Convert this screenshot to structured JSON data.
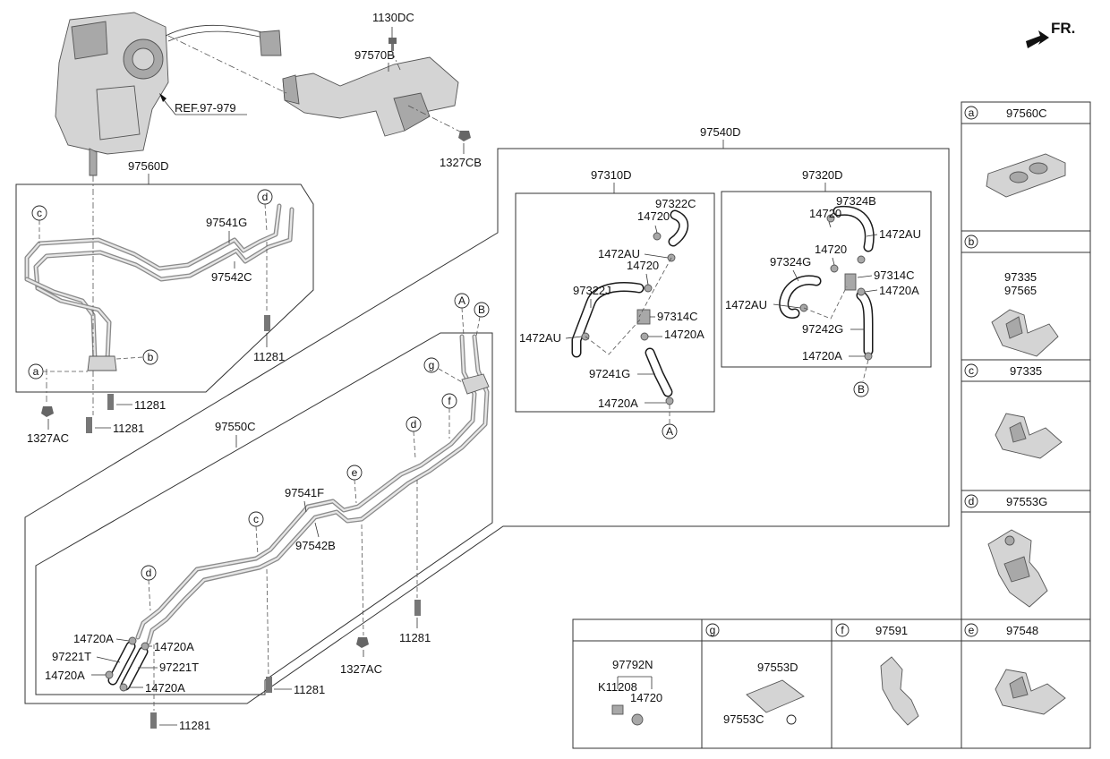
{
  "diagram": {
    "direction_label": "FR.",
    "ref_label": "REF.97-979",
    "groups": {
      "upper_tube_assy": "97560D",
      "lower_tube_assy": "97550C",
      "hose_group": "97540D",
      "hose_set_a": "97310D",
      "hose_set_b": "97320D"
    },
    "duct": {
      "duct": "97570B",
      "bolt_top": "1130DC",
      "nut": "1327CB"
    },
    "upper": {
      "tube_1": "97541G",
      "tube_2": "97542C",
      "bolt_right": "11281",
      "bolt_lower_1": "11281",
      "bolt_lower_2": "11281",
      "nut_left": "1327AC",
      "markers": {
        "a": "a",
        "b": "b",
        "c": "c",
        "d": "d"
      }
    },
    "lower": {
      "tube_1": "97541F",
      "tube_2": "97542B",
      "clamp_tl": "14720A",
      "clamp_tr": "14720A",
      "clamp_bl": "14720A",
      "clamp_br": "14720A",
      "hose_left": "97221T",
      "hose_right": "97221T",
      "bolt_1": "11281",
      "bolt_2": "11281",
      "bolt_3": "11281",
      "nut": "1327AC",
      "markers": {
        "A": "A",
        "B": "B",
        "g": "g",
        "f": "f",
        "d1": "d",
        "e": "e",
        "c": "c",
        "d2": "d"
      }
    },
    "hose_set_a_parts": {
      "hose_top": "97322C",
      "clamp_top": "14720",
      "clip_1": "1472AU",
      "clamp_mid": "14720",
      "hose_left": "97322J",
      "connector": "97314C",
      "clip_2": "1472AU",
      "clamp_a": "14720A",
      "hose_bottom": "97241G",
      "clamp_bottom": "14720A",
      "marker": "A"
    },
    "hose_set_b_parts": {
      "hose_top": "97324B",
      "clamp_top": "14720",
      "clamp_mid": "14720",
      "clip_1": "1472AU",
      "hose_left": "97324G",
      "connector": "97314C",
      "clamp_a": "14720A",
      "clip_2": "1472AU",
      "hose_bottom": "97242G",
      "clamp_bottom": "14720A",
      "marker": "B"
    }
  },
  "legend": {
    "a": {
      "letter": "a",
      "part": "97560C"
    },
    "b": {
      "letter": "b",
      "part": "",
      "parts": [
        "97335",
        "97565"
      ]
    },
    "c": {
      "letter": "c",
      "part": "97335"
    },
    "d": {
      "letter": "d",
      "part": "97553G"
    },
    "e": {
      "letter": "e",
      "part": "97548"
    },
    "f": {
      "letter": "f",
      "part": "97591"
    },
    "g": {
      "letter": "g",
      "part": "",
      "parts": [
        "97553D",
        "97553C"
      ]
    },
    "blank": {
      "letter": "",
      "parts": [
        "97792N",
        "K11208",
        "14720"
      ]
    }
  }
}
